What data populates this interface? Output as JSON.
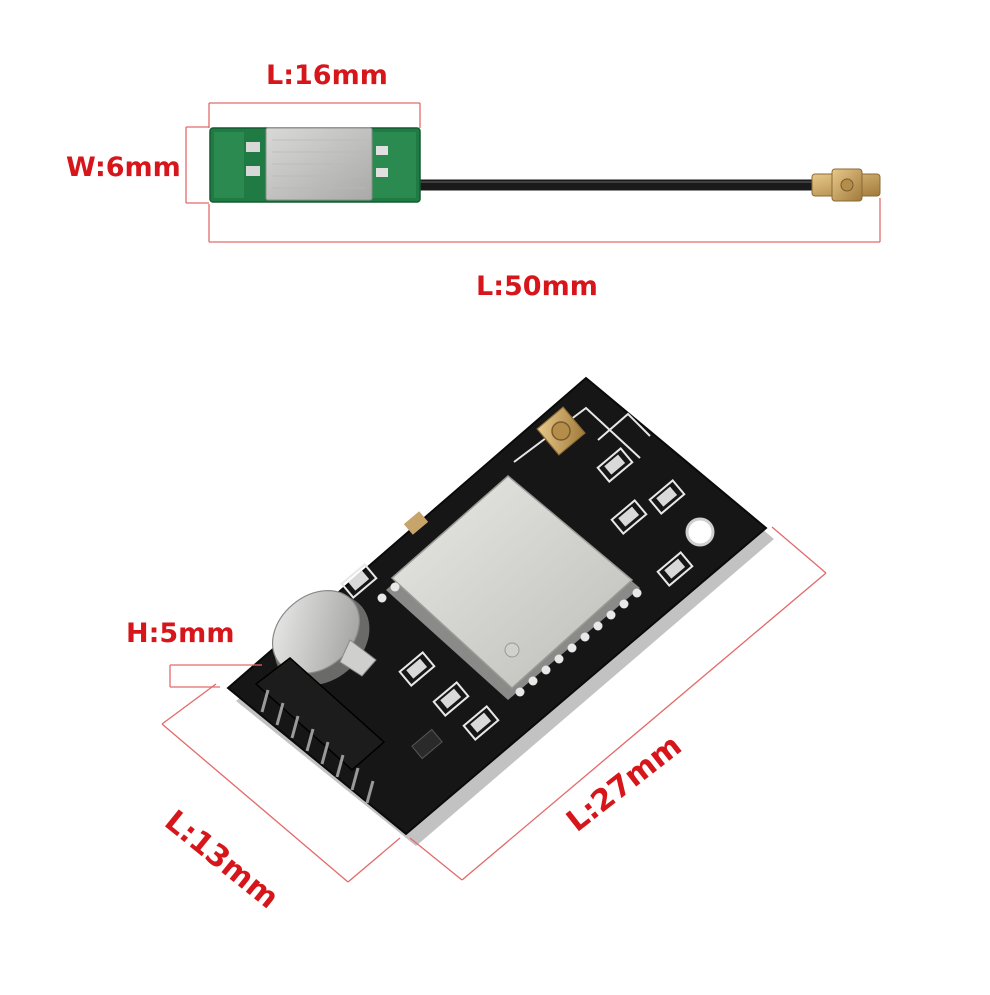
{
  "dimensions": {
    "antenna_module_length": "L:16mm",
    "antenna_module_width": "W:6mm",
    "antenna_total_length": "L:50mm",
    "board_height": "H:5mm",
    "board_width": "L:13mm",
    "board_length": "L:27mm"
  },
  "colors": {
    "dimension_line": "#e36a6a",
    "dimension_text": "#d6161a",
    "pcb_green": "#1f7a43",
    "pcb_black": "#161616",
    "shield_silver": "#c9c9c7",
    "cable_black": "#1a1a1a",
    "connector_gold": "#caa05a"
  }
}
